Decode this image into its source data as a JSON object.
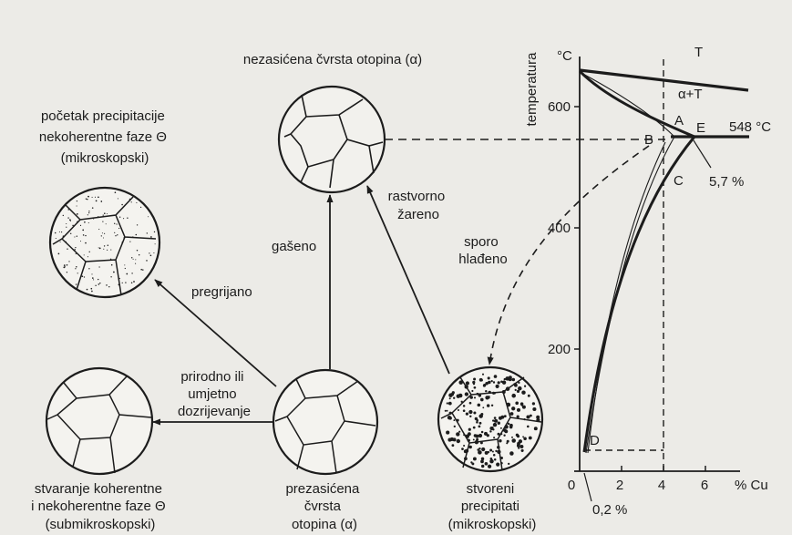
{
  "circles": {
    "top": {
      "lines": [
        "nezasićena čvrsta otopina (α)"
      ]
    },
    "precipitation_start": {
      "lines": [
        "početak precipitacije",
        "nekoherentne faze Θ",
        "(mikroskopski)"
      ]
    },
    "coherent": {
      "lines": [
        "stvaranje koherentne",
        "i nekoherentne faze Θ",
        "(submikroskopski)"
      ]
    },
    "supersaturated": {
      "lines": [
        "prezasićena",
        "čvrsta",
        "otopina (α)"
      ]
    },
    "precipitates": {
      "lines": [
        "stvoreni",
        "precipitati",
        "(mikroskopski)"
      ]
    }
  },
  "arrows": {
    "gaseno": [
      "gašeno"
    ],
    "rastvorno": [
      "rastvorno",
      "žareno"
    ],
    "pregrijano": [
      "pregrijano"
    ],
    "dozrijevanje": [
      "prirodno ili",
      "umjetno",
      "dozrijevanje"
    ],
    "sporo": [
      "sporo",
      "hlađeno"
    ]
  },
  "phase_diagram": {
    "y_unit": "°C",
    "y_label": "temperatura",
    "x_unit": "% Cu",
    "y_ticks": [
      "600",
      "400",
      "200"
    ],
    "x_ticks": [
      "0",
      "2",
      "4",
      "6"
    ],
    "region_T": "T",
    "region_alpha_T": "α+T",
    "point_A": "A",
    "point_B": "B",
    "point_C": "C",
    "point_D": "D",
    "point_E": "E",
    "eutectic_temp": "548 °C",
    "eutectic_comp": "5,7 %",
    "min_comp": "0,2 %"
  }
}
